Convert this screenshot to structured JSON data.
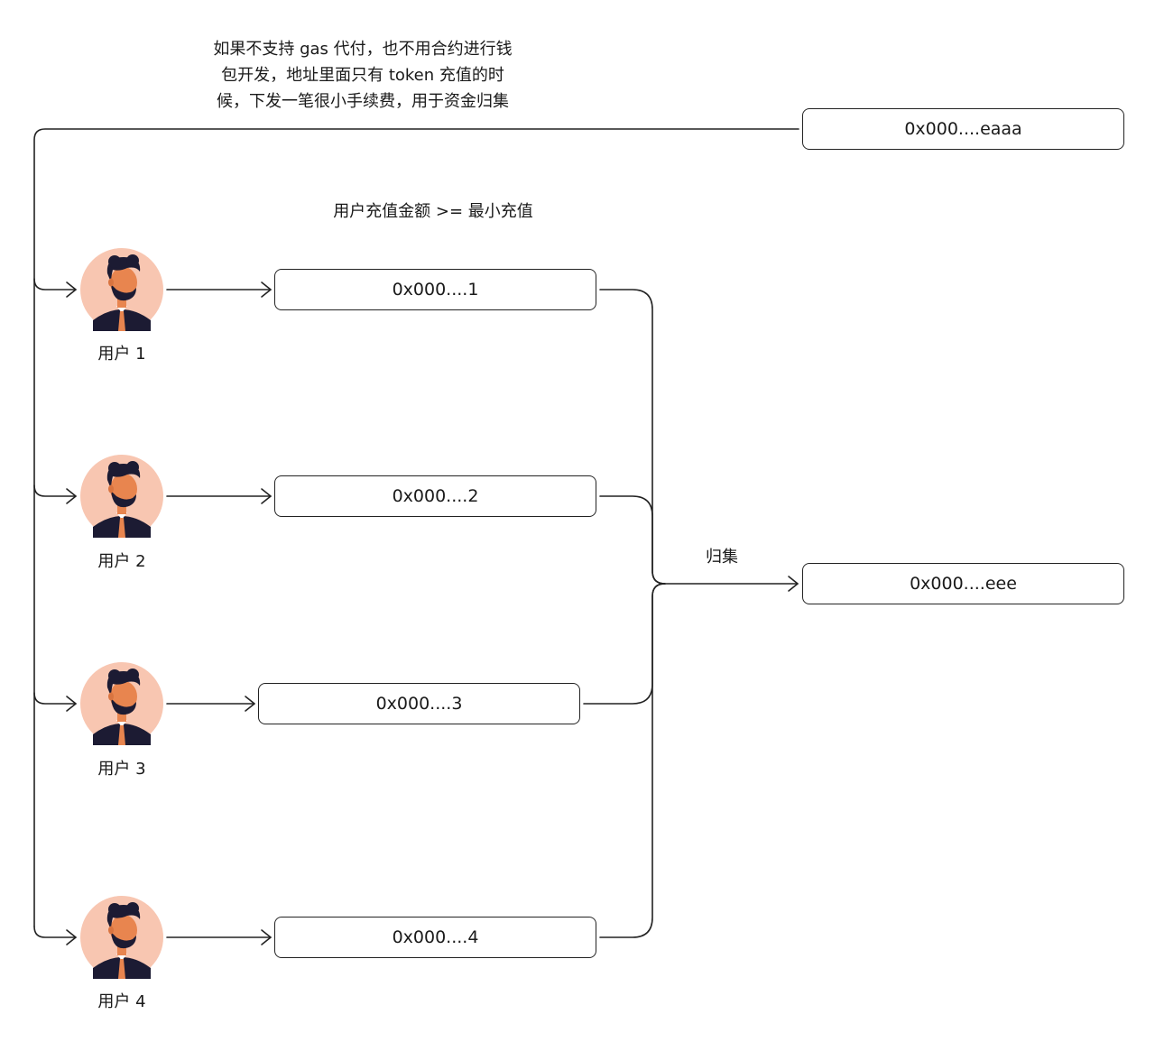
{
  "note_lines": [
    "如果不支持 gas 代付，也不用合约进行钱",
    "包开发，地址里面只有 token 充值的时",
    "候，下发一笔很小手续费，用于资金归集"
  ],
  "condition_label": "用户充值金额 >= 最小充值",
  "gather_label": "归集",
  "gas_wallet": {
    "address": "0x000....eaaa"
  },
  "collect_wallet": {
    "address": "0x000....eee"
  },
  "users": [
    {
      "label": "用户 1",
      "address": "0x000....1"
    },
    {
      "label": "用户 2",
      "address": "0x000....2"
    },
    {
      "label": "用户 3",
      "address": "0x000....3"
    },
    {
      "label": "用户 4",
      "address": "0x000....4"
    }
  ],
  "colors": {
    "avatar_bg": "#f8c6b1",
    "hair": "#1c1b33",
    "skin": "#e8854f",
    "suit": "#1c1b33",
    "tie": "#e8854f",
    "line": "#222222"
  }
}
